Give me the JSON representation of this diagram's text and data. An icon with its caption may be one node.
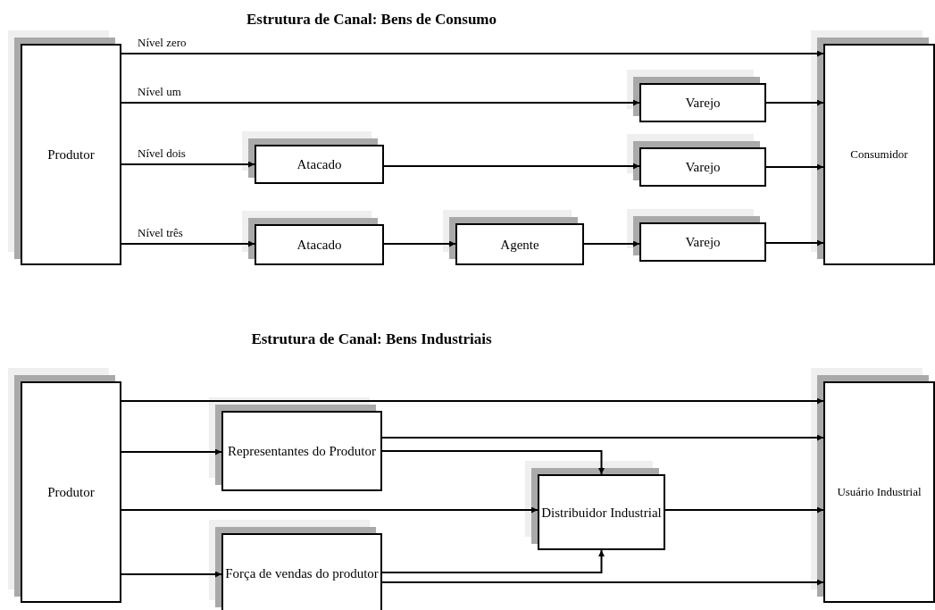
{
  "diagram": {
    "nodes": [
      {
        "text": [
          "Produtor"
        ]
      },
      {
        "text": [
          "Varejo"
        ]
      },
      {
        "text": [
          "Atacado"
        ]
      },
      {
        "text": [
          "Varejo"
        ]
      },
      {
        "text": [
          "Atacado"
        ]
      },
      {
        "text": [
          "Agente"
        ]
      },
      {
        "text": [
          "Varejo"
        ]
      },
      {
        "text": [
          "Consumidor"
        ]
      },
      {
        "text": [
          "Produtor"
        ]
      },
      {
        "text": [
          "Representantes do Produtor"
        ]
      },
      {
        "text": [
          "Distribuidor Industrial"
        ]
      },
      {
        "text": [
          "Força de vendas do produtor"
        ]
      },
      {
        "text": [
          "Usuário Industrial"
        ]
      }
    ],
    "edges": [
      {
        "from": 0,
        "to": 7,
        "arrow": "to",
        "label": "Nível zero"
      },
      {
        "from": 0,
        "to": 1,
        "arrow": "to",
        "label": "Nível um"
      },
      {
        "from": 1,
        "to": 7,
        "arrow": "to"
      },
      {
        "from": 0,
        "to": 2,
        "arrow": "to",
        "label": "Nível dois"
      },
      {
        "from": 2,
        "to": 3,
        "arrow": "to"
      },
      {
        "from": 3,
        "to": 7,
        "arrow": "to"
      },
      {
        "from": 0,
        "to": 4,
        "arrow": "to",
        "label": "Nível três"
      },
      {
        "from": 4,
        "to": 5,
        "arrow": "to"
      },
      {
        "from": 5,
        "to": 6,
        "arrow": "to"
      },
      {
        "from": 6,
        "to": 7,
        "arrow": "to"
      },
      {
        "from": 8,
        "to": 12,
        "arrow": "to"
      },
      {
        "from": 8,
        "to": 9,
        "arrow": "to"
      },
      {
        "from": 9,
        "to": 12,
        "arrow": "to"
      },
      {
        "from": 9,
        "to": 10,
        "arrow": "to"
      },
      {
        "from": 8,
        "to": 10,
        "arrow": "to"
      },
      {
        "from": 10,
        "to": 12,
        "arrow": "to"
      },
      {
        "from": 8,
        "to": 11,
        "arrow": "to"
      },
      {
        "from": 11,
        "to": 10,
        "arrow": "to"
      },
      {
        "from": 11,
        "to": 12,
        "arrow": "to"
      }
    ],
    "labels": [
      "Estrutura de Canal: Bens de Consumo",
      "Estrutura de Canal: Bens Industriais"
    ]
  }
}
